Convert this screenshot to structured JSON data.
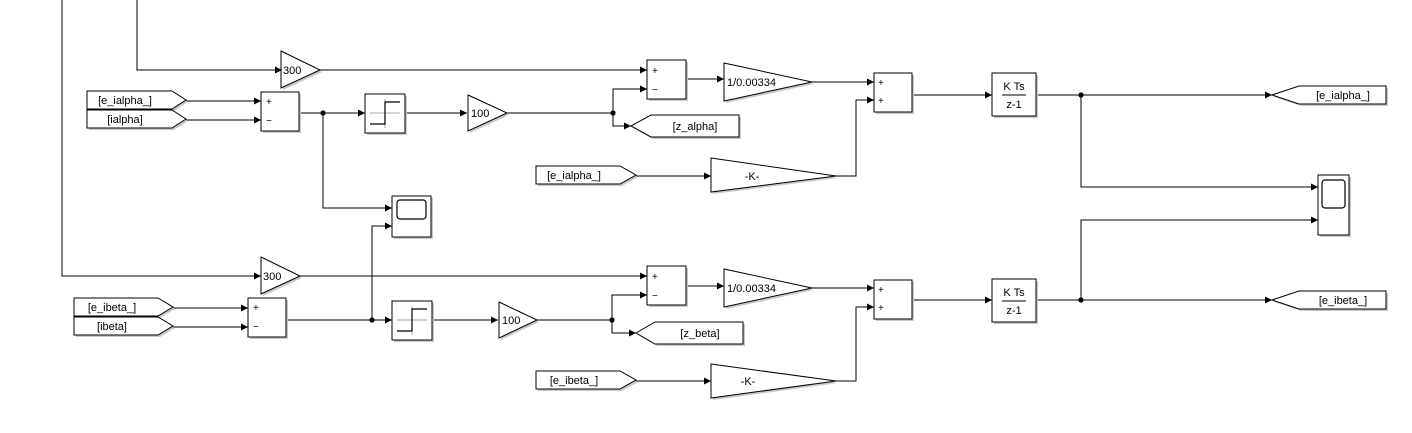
{
  "diagram": {
    "gain_300": "300",
    "gain_100": "100",
    "gain_inv": "1/0.00334",
    "gain_k": "-K-",
    "integrator_num": "K Ts",
    "integrator_den": "z-1",
    "sum_plus": "+",
    "sum_minus": "−",
    "tag_from_e_ialpha": "[e_ialpha_]",
    "tag_from_ialpha": "[ialpha]",
    "tag_from_e_ibeta": "[e_ibeta_]",
    "tag_from_ibeta": "[ibeta]",
    "tag_goto_z_alpha": "[z_alpha]",
    "tag_goto_z_beta": "[z_beta]",
    "tag_goto_e_ialpha": "[e_ialpha_]",
    "tag_goto_e_ibeta": "[e_ibeta_]"
  }
}
